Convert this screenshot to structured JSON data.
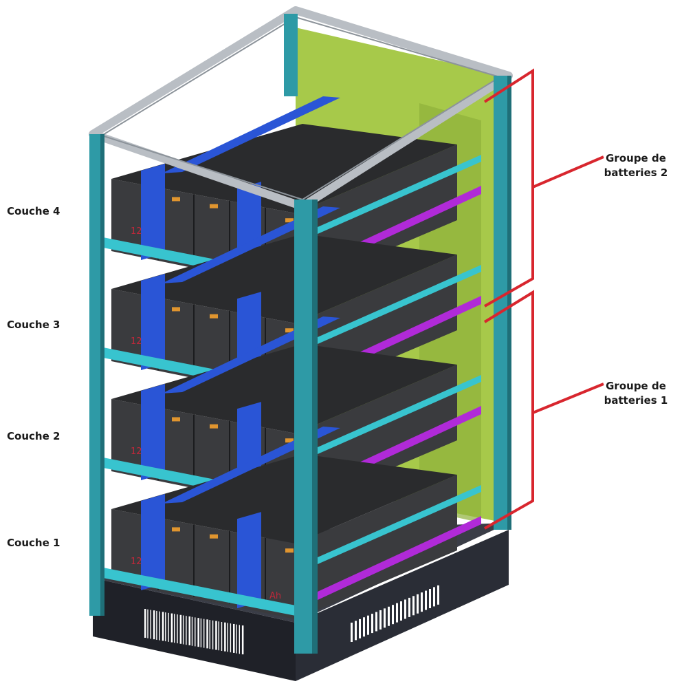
{
  "layers": [
    {
      "label": "Couche 4"
    },
    {
      "label": "Couche 3"
    },
    {
      "label": "Couche 2"
    },
    {
      "label": "Couche 1"
    }
  ],
  "groups": [
    {
      "line1": "Groupe de",
      "line2": "batteries 2"
    },
    {
      "line1": "Groupe de",
      "line2": "batteries 1"
    }
  ],
  "battery_marks": {
    "capacity": "12",
    "unit": "Ah"
  },
  "colors": {
    "frame": "#2e9aa6",
    "frame_dark": "#1f6f78",
    "top_frame": "#b9bec4",
    "battery": "#3a3b3e",
    "battery_top": "#2a2b2d",
    "strap": "#2a55d6",
    "rail_purple": "#b02ad8",
    "rail_cyan": "#38c4cf",
    "back_panel": "#a7c94a",
    "base": "#1f2128",
    "bracket": "#d8262e",
    "terminal": "#e0952f"
  }
}
